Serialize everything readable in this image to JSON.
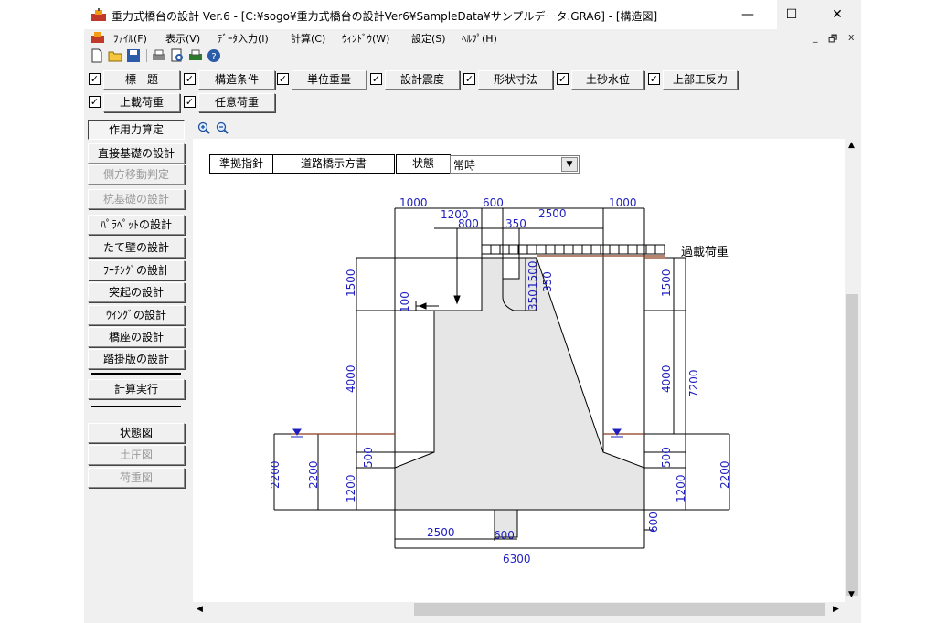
{
  "window": {
    "title": "重力式橋台の設計 Ver.6 - [C:¥sogo¥重力式橋台の設計Ver6¥SampleData¥サンプルデータ.GRA6] - [構造図]",
    "minimize": "—",
    "maximize": "☐",
    "close": "✕"
  },
  "menu": {
    "items": [
      "ﾌｧｲﾙ(F)",
      "表示(V)",
      "ﾃﾞｰﾀ入力(I)",
      "計算(C)",
      "ｳｨﾝﾄﾞｳ(W)",
      "設定(S)",
      "ﾍﾙﾌﾟ(H)"
    ],
    "mdi_min": "_",
    "mdi_restore": "🗗",
    "mdi_close": "x"
  },
  "toolbar_icons": [
    "new-file-icon",
    "open-folder-icon",
    "save-icon",
    "print-icon",
    "print-preview-icon",
    "print-setup-icon",
    "help-icon"
  ],
  "input_tabs": [
    {
      "label": "標　題",
      "checked": true
    },
    {
      "label": "構造条件",
      "checked": true
    },
    {
      "label": "単位重量",
      "checked": true
    },
    {
      "label": "設計震度",
      "checked": true
    },
    {
      "label": "形状寸法",
      "checked": true
    },
    {
      "label": "土砂水位",
      "checked": true
    },
    {
      "label": "上部工反力",
      "checked": true
    },
    {
      "label": "上載荷重",
      "checked": true
    },
    {
      "label": "任意荷重",
      "checked": true
    }
  ],
  "check_mark": "✓",
  "sidebar": {
    "items": [
      {
        "label": "作用力算定",
        "state": "pressed"
      },
      {
        "label": "直接基礎の設計",
        "state": "enabled"
      },
      {
        "label": "側方移動判定",
        "state": "disabled"
      },
      {
        "label": "杭基礎の設計",
        "state": "disabled"
      },
      {
        "label": "ﾊﾟﾗﾍﾟｯﾄの設計",
        "state": "enabled"
      },
      {
        "label": "たて壁の設計",
        "state": "enabled"
      },
      {
        "label": "ﾌｰﾁﾝｸﾞの設計",
        "state": "enabled"
      },
      {
        "label": "突起の設計",
        "state": "enabled"
      },
      {
        "label": "ｳｲﾝｸﾞの設計",
        "state": "enabled"
      },
      {
        "label": "橋座の設計",
        "state": "enabled"
      },
      {
        "label": "踏掛版の設計",
        "state": "enabled"
      },
      {
        "label": "計算実行",
        "state": "enabled"
      },
      {
        "label": "状態図",
        "state": "enabled"
      },
      {
        "label": "土圧図",
        "state": "disabled"
      },
      {
        "label": "荷重図",
        "state": "disabled"
      }
    ]
  },
  "zoom_icons": [
    "zoom-in-icon",
    "zoom-out-icon"
  ],
  "drawing_header": {
    "standard_label": "準拠指針",
    "standard_value": "道路橋示方書",
    "state_label": "状態",
    "state_value": "常時"
  },
  "dimensions": {
    "top": [
      "1000",
      "600",
      "1000"
    ],
    "top2": [
      "1200",
      "800",
      "350",
      "2500"
    ],
    "surcharge": "過載荷重",
    "left_vert": [
      "1500",
      "100",
      "4000",
      "500",
      "1200",
      "2200",
      "2200"
    ],
    "mid_vert": [
      "1500",
      "350",
      "350"
    ],
    "right_vert": [
      "1500",
      "4000",
      "7200",
      "500",
      "1200",
      "2200"
    ],
    "bottom": [
      "2500",
      "600",
      "6300"
    ],
    "key": "600"
  },
  "colors": {
    "structure_fill": "#e6e6e6",
    "dim_blue": "#1f1fbf",
    "ground_line": "#8b3a1a"
  }
}
